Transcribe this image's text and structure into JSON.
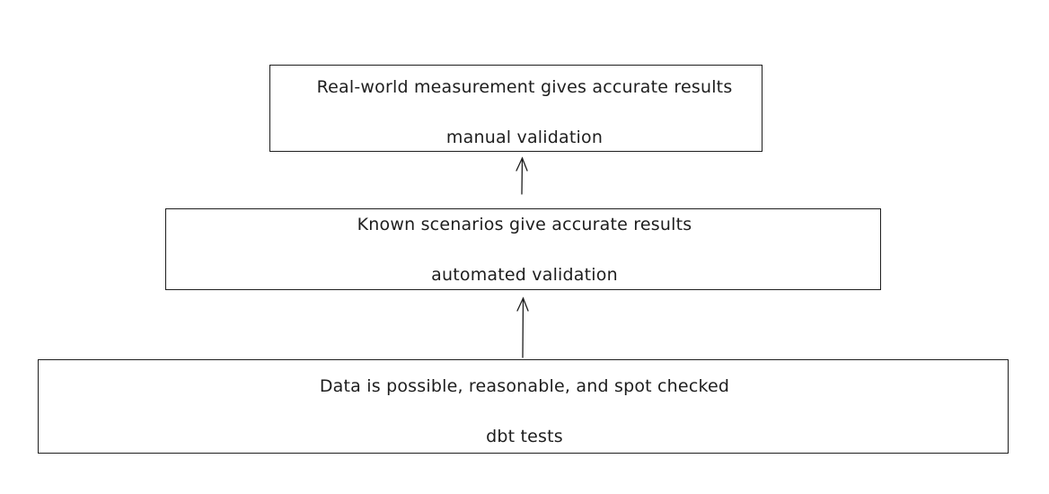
{
  "diagram": {
    "levels": [
      {
        "id": "top",
        "title": "Real-world measurement gives accurate results",
        "subtitle": "manual validation"
      },
      {
        "id": "middle",
        "title": "Known scenarios give accurate results",
        "subtitle": "automated validation"
      },
      {
        "id": "bottom",
        "title": "Data is possible, reasonable, and spot checked",
        "subtitle": "dbt tests"
      }
    ],
    "arrows": [
      {
        "from": "bottom",
        "to": "middle"
      },
      {
        "from": "middle",
        "to": "top"
      }
    ],
    "stroke_color": "#1e1e1e",
    "background_color": "#ffffff"
  }
}
